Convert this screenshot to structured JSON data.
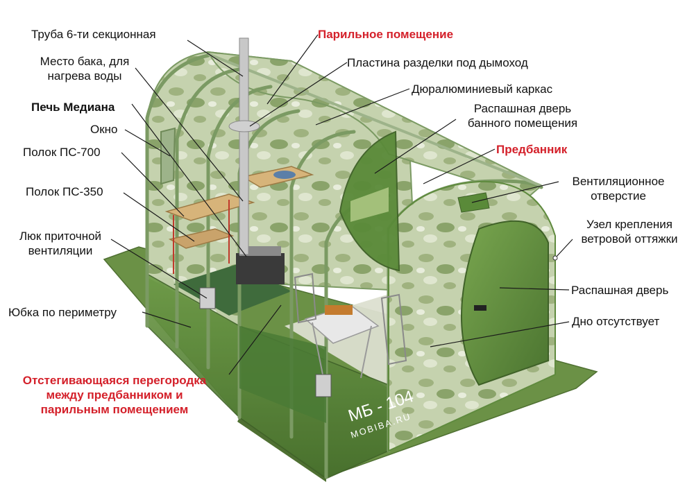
{
  "labels": {
    "pipe": "Труба 6-ти секционная",
    "tank_1": "Место бака, для",
    "tank_2": "нагрева воды",
    "stove": "Печь Медиана",
    "window": "Окно",
    "bench_700": "Полок ПС-700",
    "bench_350": "Полок ПС-350",
    "hatch_1": "Люк приточной",
    "hatch_2": "вентиляции",
    "skirt": "Юбка по периметру",
    "partition_1": "Отстегивающаяся перегородка",
    "partition_2": "между предбанником и",
    "partition_3": "парильным помещением",
    "steam_room": "Парильное помещение",
    "chimney_plate": "Пластина разделки под дымоход",
    "frame": "Дюралюминиевый каркас",
    "inner_door_1": "Распашная дверь",
    "inner_door_2": "банного помещения",
    "anteroom": "Предбанник",
    "vent_1": "Вентиляционное",
    "vent_2": "отверстие",
    "guy_1": "Узел крепления",
    "guy_2": "ветровой оттяжки",
    "door": "Распашная дверь",
    "no_floor": "Дно отсутствует"
  },
  "tent_marking": {
    "model": "МБ - 104",
    "site": "MOBIBA.RU"
  },
  "colors": {
    "tent_green": "#5f8a3e",
    "tent_dark": "#3f6128",
    "floor_mat": "#6b9146",
    "camo": "#b7c79c",
    "frame": "#7b9a63",
    "accent_red": "#d4202a",
    "text": "#111111"
  }
}
